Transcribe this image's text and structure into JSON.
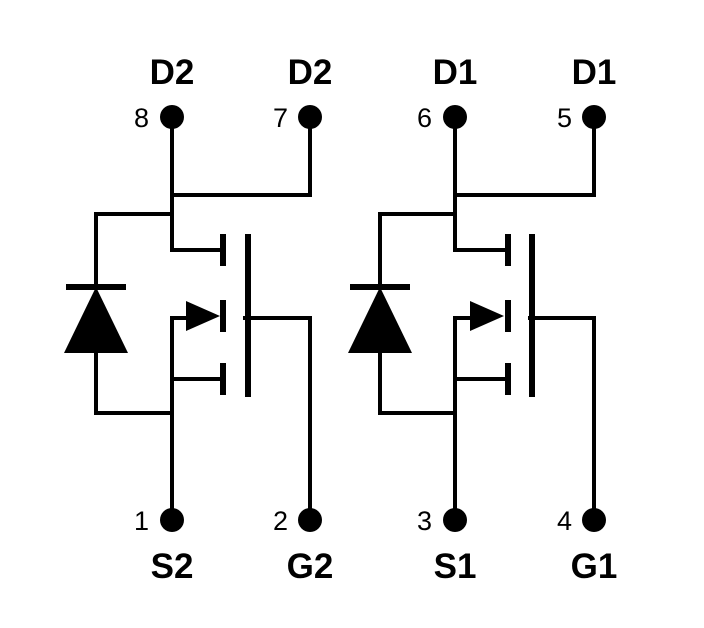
{
  "pins": {
    "p8": {
      "number": "8",
      "name": "D2"
    },
    "p7": {
      "number": "7",
      "name": "D2"
    },
    "p6": {
      "number": "6",
      "name": "D1"
    },
    "p5": {
      "number": "5",
      "name": "D1"
    },
    "p1": {
      "number": "1",
      "name": "S2"
    },
    "p2": {
      "number": "2",
      "name": "G2"
    },
    "p3": {
      "number": "3",
      "name": "S1"
    },
    "p4": {
      "number": "4",
      "name": "G1"
    }
  }
}
